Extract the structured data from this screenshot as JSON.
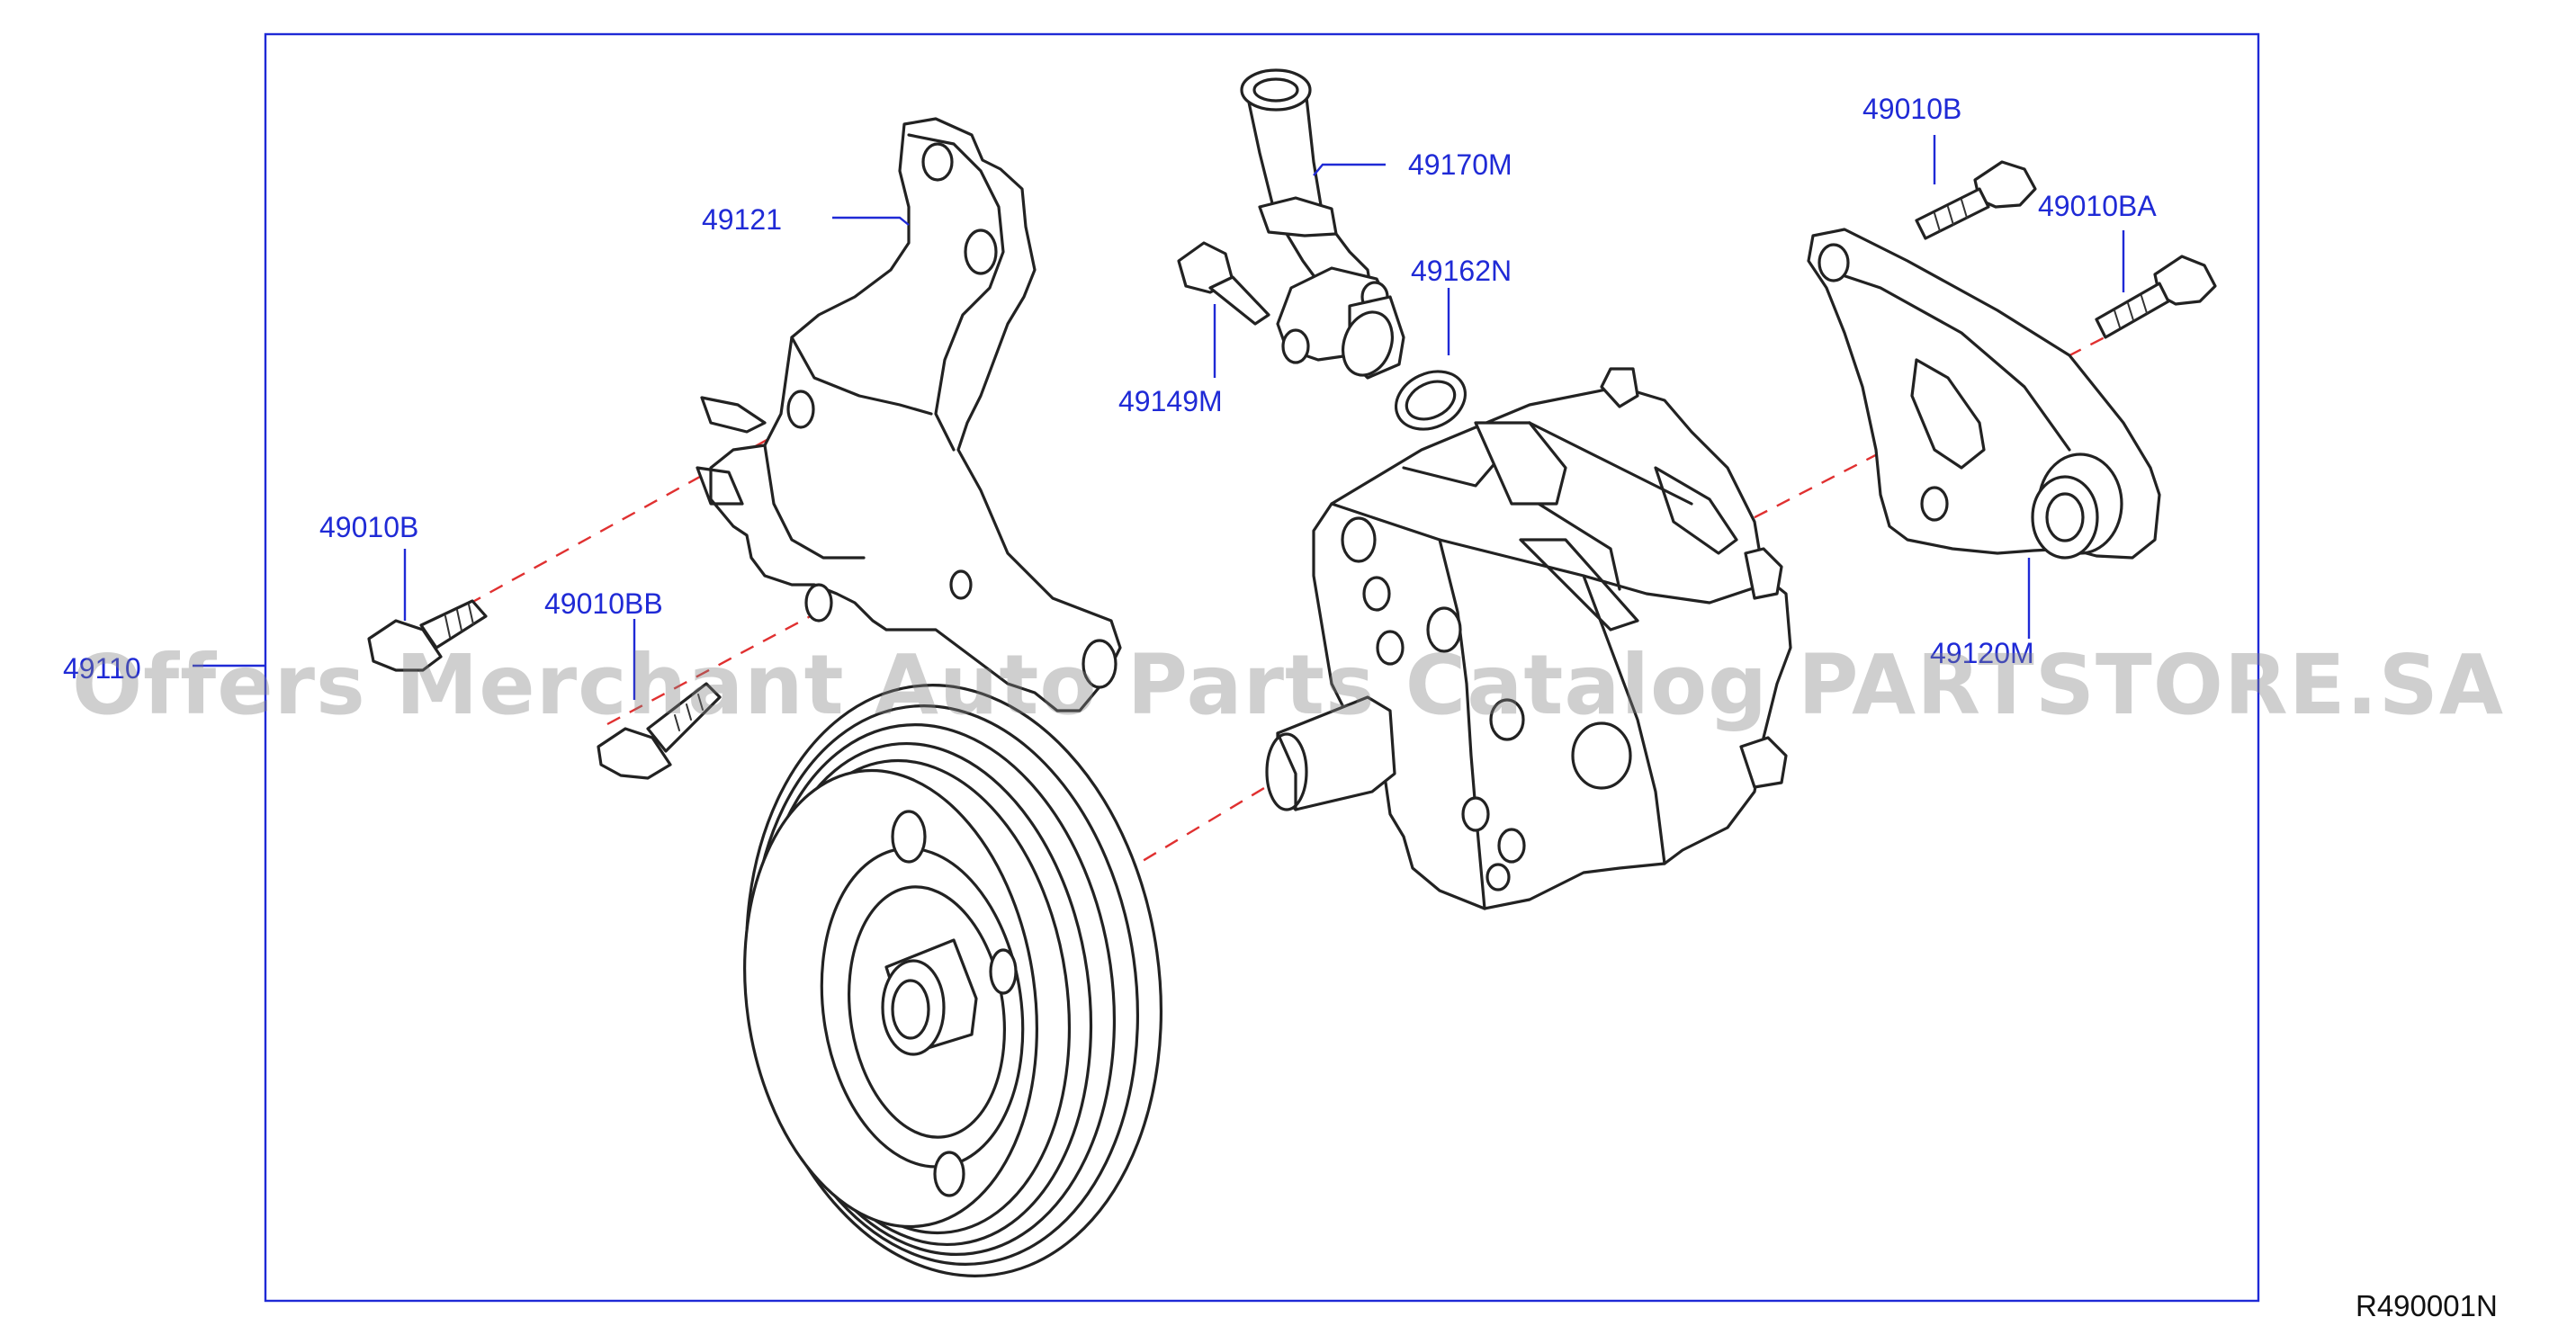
{
  "diagram": {
    "accent_color": "#1f2ad6",
    "axis_color": "#e03030",
    "watermark": "Offers Merchant Auto Parts Catalog PARTSTORE.SA",
    "figure_code": "R490001N",
    "callouts": {
      "p49121": "49121",
      "p49170M": "49170M",
      "p49162N": "49162N",
      "p49149M": "49149M",
      "p49010B_top": "49010B",
      "p49010BA": "49010BA",
      "p49010B_left": "49010B",
      "p49010BB": "49010BB",
      "p49110": "49110",
      "p49120M": "49120M"
    }
  }
}
